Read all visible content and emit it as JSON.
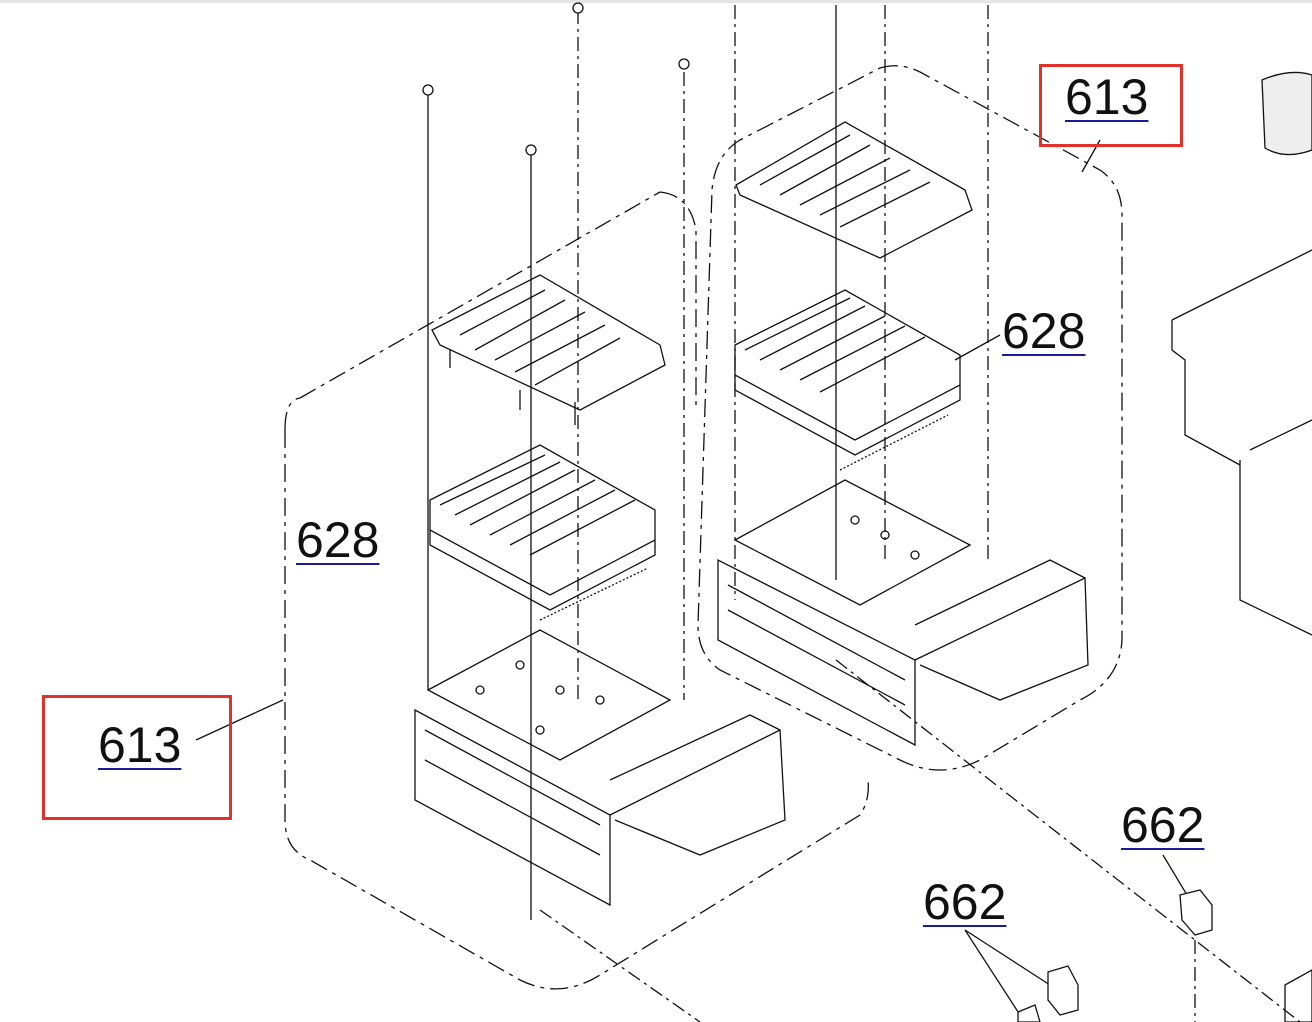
{
  "diagram": {
    "callouts": [
      {
        "id": "613-right",
        "label": "613",
        "highlighted": true
      },
      {
        "id": "628-right",
        "label": "628",
        "highlighted": false
      },
      {
        "id": "628-left",
        "label": "628",
        "highlighted": false
      },
      {
        "id": "613-left",
        "label": "613",
        "highlighted": true
      },
      {
        "id": "662-right",
        "label": "662",
        "highlighted": false
      },
      {
        "id": "662-bottom",
        "label": "662",
        "highlighted": false
      }
    ],
    "colors": {
      "highlight": "#e0322b",
      "link_underline": "#1a1a9c",
      "line": "#111111"
    }
  }
}
